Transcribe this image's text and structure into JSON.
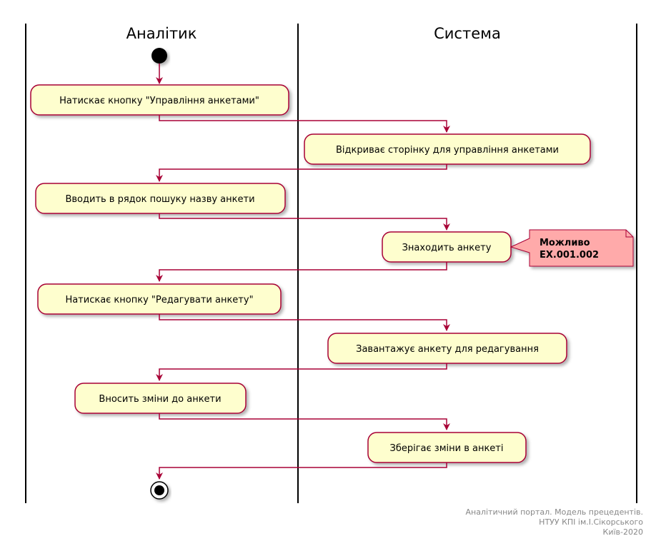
{
  "swimlanes": [
    {
      "title": "Аналітик"
    },
    {
      "title": "Система"
    }
  ],
  "activities": [
    {
      "lane": "Аналітик",
      "label": "Натискає кнопку \"Управління анкетами\""
    },
    {
      "lane": "Система",
      "label": "Відкриває сторінку для управління анкетами"
    },
    {
      "lane": "Аналітик",
      "label": "Вводить в рядок пошуку назву анкети"
    },
    {
      "lane": "Система",
      "label": "Знаходить анкету"
    },
    {
      "lane": "Аналітик",
      "label": "Натискає кнопку \"Редагувати анкету\""
    },
    {
      "lane": "Система",
      "label": "Завантажує анкету для редагування"
    },
    {
      "lane": "Аналітик",
      "label": "Вносить зміни до анкети"
    },
    {
      "lane": "Система",
      "label": "Зберігає зміни в анкеті"
    }
  ],
  "note": {
    "lines": [
      "Можливо",
      "EX.001.002"
    ]
  },
  "footer": {
    "lines": [
      "Аналітичний портал. Модель прецедентів.",
      "НТУУ КПІ ім.І.Сікорського",
      "Київ-2020"
    ]
  },
  "colors": {
    "activity_fill": "#FEFECE",
    "activity_border": "#A80036",
    "arrow": "#A80036",
    "note_fill": "#FFAAAA",
    "note_border": "#A80036",
    "lane_line": "#000000",
    "footer_text": "#888888"
  }
}
